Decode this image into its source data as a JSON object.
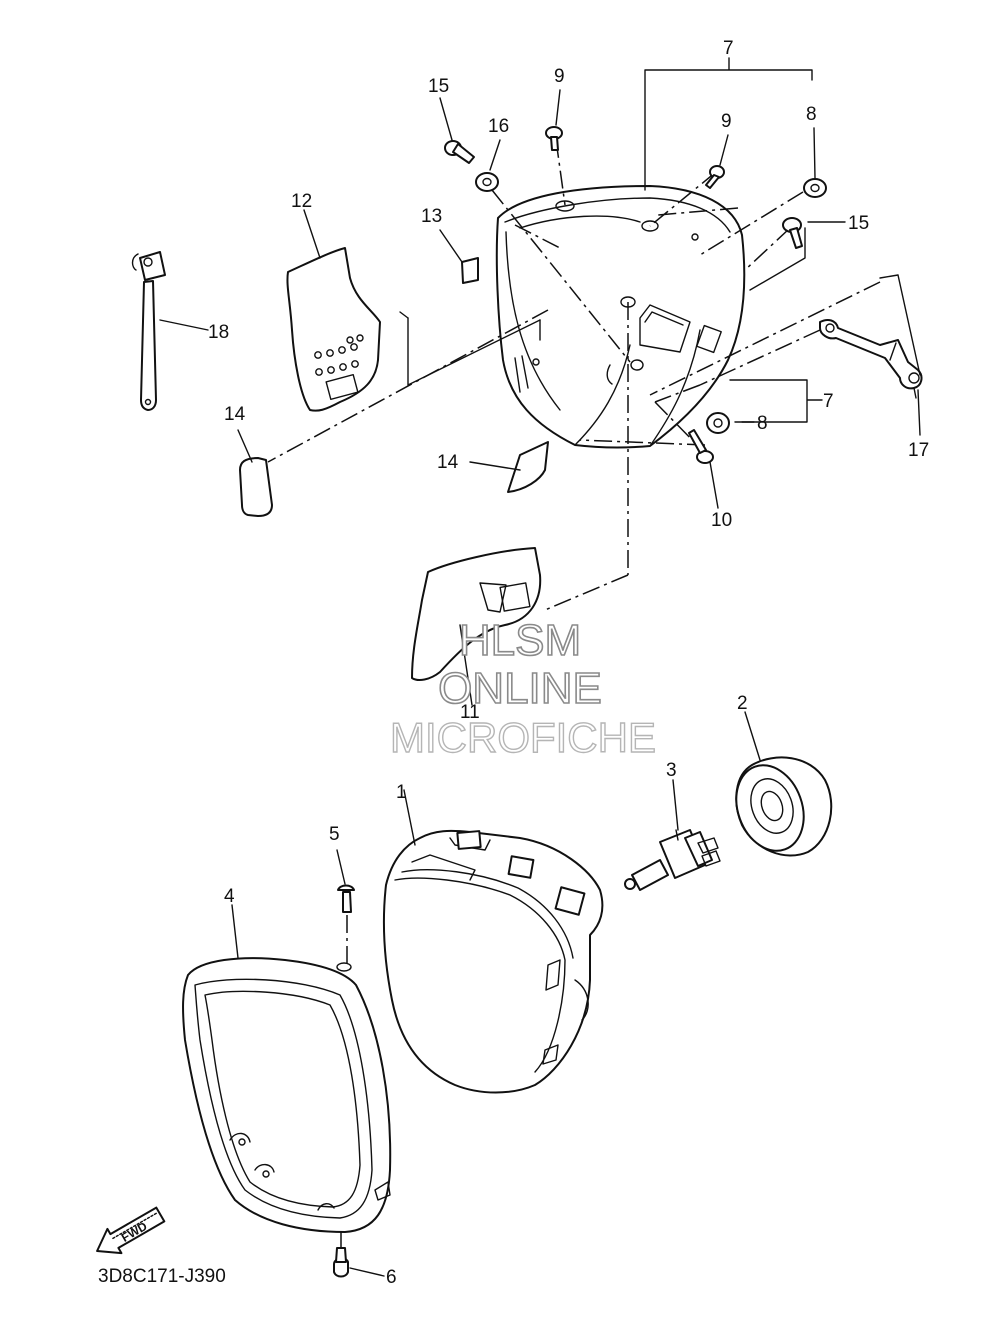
{
  "diagram_code": "3D8C171-J390",
  "watermark": {
    "line1": "HLSM",
    "line2": "ONLINE",
    "line3": "MICROFICHE"
  },
  "fwd_label": "FWD",
  "callouts": [
    {
      "id": "c1",
      "label": "1"
    },
    {
      "id": "c2",
      "label": "2"
    },
    {
      "id": "c3",
      "label": "3"
    },
    {
      "id": "c4",
      "label": "4"
    },
    {
      "id": "c5",
      "label": "5"
    },
    {
      "id": "c6",
      "label": "6"
    },
    {
      "id": "c7a",
      "label": "7"
    },
    {
      "id": "c7b",
      "label": "7"
    },
    {
      "id": "c8a",
      "label": "8"
    },
    {
      "id": "c8b",
      "label": "8"
    },
    {
      "id": "c9a",
      "label": "9"
    },
    {
      "id": "c9b",
      "label": "9"
    },
    {
      "id": "c10",
      "label": "10"
    },
    {
      "id": "c11",
      "label": "11"
    },
    {
      "id": "c12",
      "label": "12"
    },
    {
      "id": "c13",
      "label": "13"
    },
    {
      "id": "c14a",
      "label": "14"
    },
    {
      "id": "c14b",
      "label": "14"
    },
    {
      "id": "c15a",
      "label": "15"
    },
    {
      "id": "c15b",
      "label": "15"
    },
    {
      "id": "c16",
      "label": "16"
    },
    {
      "id": "c17",
      "label": "17"
    },
    {
      "id": "c18",
      "label": "18"
    }
  ]
}
